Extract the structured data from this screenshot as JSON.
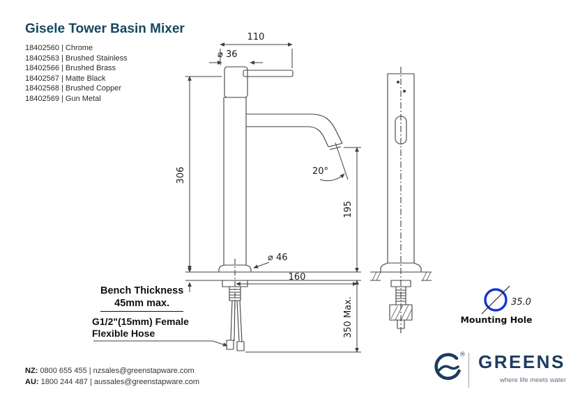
{
  "header": {
    "title": "Gisele Tower Basin Mixer",
    "products": [
      "18402560 | Chrome",
      "18402563 | Brushed Stainless",
      "18402566 | Brushed Brass",
      "18402567 | Matte Black",
      "18402568 | Brushed Copper",
      "18402569 | Gun Metal"
    ]
  },
  "drawing": {
    "dim_110": "110",
    "dim_dia36": "⌀ 36",
    "dim_306": "306",
    "dim_angle": "20°",
    "dim_195": "195",
    "dim_dia46": "⌀ 46",
    "dim_160": "160",
    "dim_350": "350 Max.",
    "bench_line1": "Bench Thickness",
    "bench_line2": "45mm max.",
    "hose_line1": "G1/2\"(15mm) Female",
    "hose_line2": "Flexible Hose",
    "mounting_hole_dia": "35.0",
    "mounting_hole_label": "Mounting Hole"
  },
  "footer": {
    "nz_label": "NZ:",
    "nz_text": "0800 655 455 | nzsales@greenstapware.com",
    "au_label": "AU:",
    "au_text": "1800 244 487 | aussales@greenstapware.com"
  },
  "brand": {
    "name": "GREENS",
    "tagline": "where life meets water",
    "registered": "®"
  },
  "colors": {
    "title_navy": "#15485f",
    "line_gray": "#3f3f3f",
    "mounting_hole_blue": "#1534d6",
    "brand_navy": "#1d3c5e"
  }
}
